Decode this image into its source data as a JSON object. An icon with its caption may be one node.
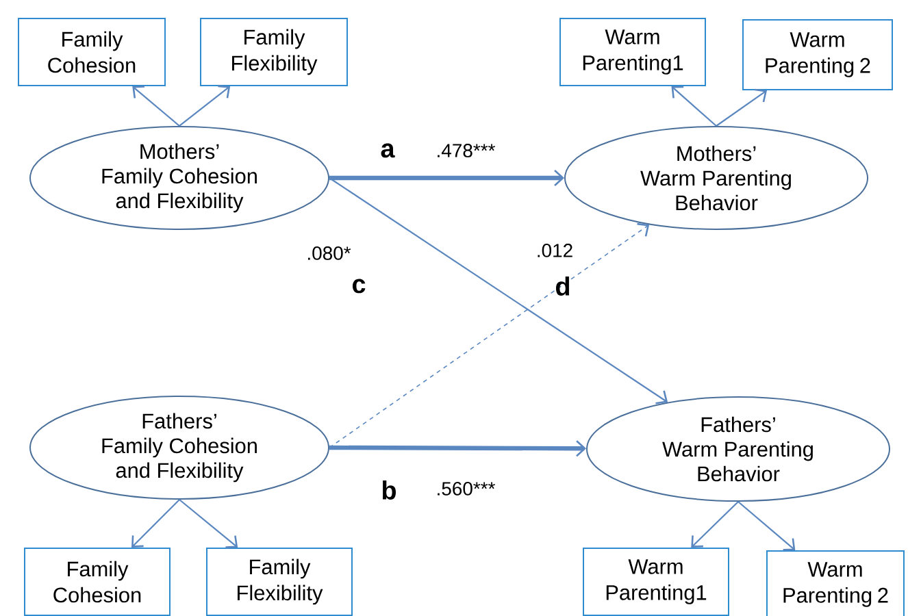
{
  "diagram": {
    "nodes": [
      {
        "text": [
          "Family Cohesion"
        ]
      },
      {
        "text": [
          "Family Flexibility"
        ]
      },
      {
        "text": [
          "Mothers’ Family Cohesion and Flexibility"
        ]
      },
      {
        "text": [
          "Warm Parenting1"
        ]
      },
      {
        "text": [
          "Warm Parenting 2"
        ]
      },
      {
        "text": [
          "Mothers’ Warm Parenting Behavior"
        ]
      },
      {
        "text": [
          "Fathers’ Family Cohesion and Flexibility"
        ]
      },
      {
        "text": [
          "Fathers’ Warm Parenting Behavior"
        ]
      },
      {
        "text": [
          "Family Cohesion"
        ]
      },
      {
        "text": [
          "Family Flexibility"
        ]
      },
      {
        "text": [
          "Warm Parenting1"
        ]
      },
      {
        "text": [
          "Warm Parenting 2"
        ]
      }
    ],
    "edges": [
      {
        "from": 2,
        "to": 0,
        "arrow": "to"
      },
      {
        "from": 2,
        "to": 1,
        "arrow": "to"
      },
      {
        "from": 5,
        "to": 3,
        "arrow": "to"
      },
      {
        "from": 5,
        "to": 4,
        "arrow": "to"
      },
      {
        "from": 2,
        "to": 5,
        "arrow": "to",
        "label": ".478***",
        "style": "thick"
      },
      {
        "from": 2,
        "to": 7,
        "arrow": "to",
        "label": ".080*"
      },
      {
        "from": 6,
        "to": 5,
        "arrow": "to",
        "label": ".012",
        "style": "dashed"
      },
      {
        "from": 6,
        "to": 7,
        "arrow": "to",
        "label": ".560***",
        "style": "thick"
      },
      {
        "from": 6,
        "to": 8,
        "arrow": "to"
      },
      {
        "from": 6,
        "to": 9,
        "arrow": "to"
      },
      {
        "from": 7,
        "to": 10,
        "arrow": "to"
      },
      {
        "from": 7,
        "to": 11,
        "arrow": "to"
      }
    ],
    "labels": [
      "a",
      "c",
      "d",
      "b"
    ]
  }
}
